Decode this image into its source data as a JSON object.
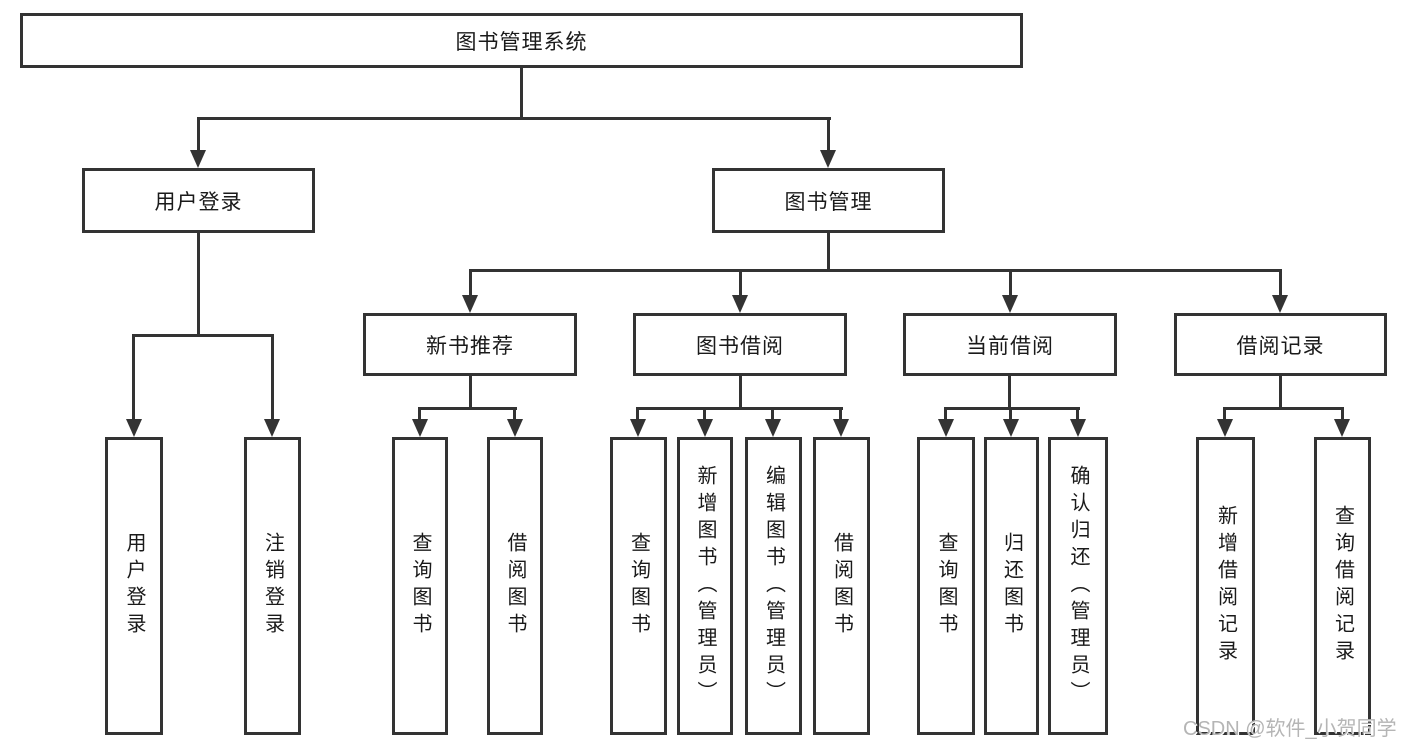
{
  "root_label": "图书管理系统",
  "branches": {
    "user_login": "用户登录",
    "book_management": "图书管理",
    "new_book_recommend": "新书推荐",
    "book_borrow": "图书借阅",
    "current_borrow": "当前借阅",
    "borrow_records": "借阅记录"
  },
  "leaves": {
    "user_login": "用户登录",
    "logout": "注销登录",
    "nbr_query_books": "查询图书",
    "nbr_borrow_books": "借阅图书",
    "bb_query_books": "查询图书",
    "bb_add_books_admin": "新增图书（管理员）",
    "bb_edit_books_admin": "编辑图书（管理员）",
    "bb_borrow_books": "借阅图书",
    "cb_query_books": "查询图书",
    "cb_return_books": "归还图书",
    "cb_confirm_return_admin": "确认归还（管理员）",
    "br_add_record": "新增借阅记录",
    "br_query_record": "查询借阅记录"
  },
  "watermark": "CSDN @软件_小贺同学",
  "colors": {
    "box_border": "#333333",
    "connector": "#333333",
    "text": "#1a1a1a",
    "watermark": "#b5b5b5",
    "background": "#ffffff"
  }
}
